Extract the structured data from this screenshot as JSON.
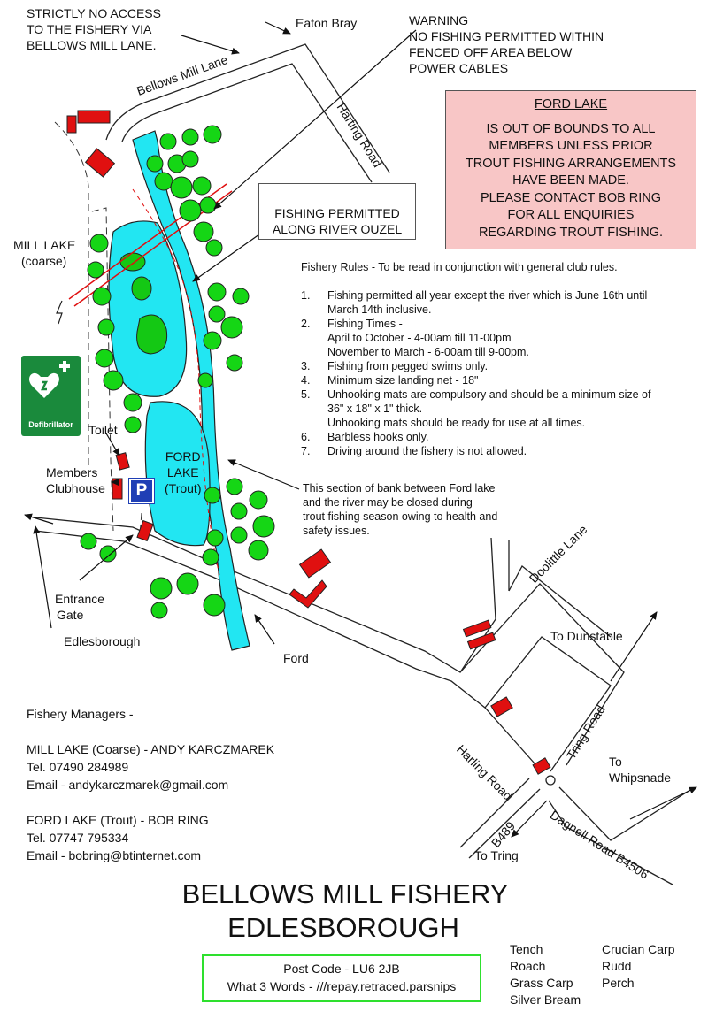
{
  "notices": {
    "no_access": [
      "STRICTLY NO ACCESS",
      "TO THE FISHERY VIA",
      "BELLOWS MILL LANE."
    ],
    "warning": [
      "WARNING",
      "NO FISHING PERMITTED WITHIN",
      "FENCED OFF AREA BELOW",
      "POWER CABLES"
    ],
    "ford_lake_box": {
      "heading": "FORD LAKE",
      "lines": [
        "IS OUT OF BOUNDS TO ALL",
        "MEMBERS UNLESS PRIOR",
        "TROUT FISHING ARRANGEMENTS",
        "HAVE BEEN MADE.",
        "PLEASE CONTACT BOB RING",
        "FOR ALL ENQUIRIES",
        "REGARDING TROUT FISHING."
      ]
    },
    "fishing_permitted": [
      "FISHING PERMITTED",
      "ALONG RIVER OUZEL"
    ],
    "bank_closure": [
      "This section of bank between Ford lake",
      "and the river may be closed during",
      "trout fishing season owing to health and",
      "safety issues."
    ]
  },
  "map_labels": {
    "eaton_bray": "Eaton Bray",
    "bellows_mill_lane": "Bellows   Mill   Lane",
    "harting_road": "Harting Road",
    "mill_lake": [
      "MILL LAKE",
      "(coarse)"
    ],
    "ford_lake": [
      "FORD",
      "LAKE",
      "(Trout)"
    ],
    "toilet": "Toilet",
    "clubhouse": [
      "Members",
      "Clubhouse"
    ],
    "parking": "P",
    "defibrillator": "Defibrillator",
    "entrance_gate": [
      "Entrance",
      "Gate"
    ],
    "edlesborough": "Edlesborough",
    "ford": "Ford",
    "doolittle_lane": "Doolittle Lane",
    "to_dunstable": "To Dunstable",
    "tring_road": "Tring  Road",
    "harling_road": "Harling  Road",
    "to_whipsnade": [
      "To",
      "Whipsnade"
    ],
    "b489": "B489",
    "dagnall_road": "Dagnell  Road  B4506",
    "to_tring": "To Tring"
  },
  "rules": {
    "heading": "Fishery Rules - To be read in conjunction with general club rules.",
    "items": [
      {
        "num": "1.",
        "text": "Fishing permitted all year except the river which is June 16th until\nMarch 14th inclusive."
      },
      {
        "num": "2.",
        "text": "Fishing Times -\n April to October - 4-00am till 11-00pm\n November to March - 6-00am till 9-00pm."
      },
      {
        "num": "3.",
        "text": "Fishing from pegged swims only."
      },
      {
        "num": "4.",
        "text": "Minimum size landing net - 18\""
      },
      {
        "num": "5.",
        "text": "Unhooking mats are compulsory and should be a minimum size of\n36\" x 18\" x 1\" thick.\nUnhooking mats should be ready for use at all times."
      },
      {
        "num": "6.",
        "text": "Barbless hooks only."
      },
      {
        "num": "7.",
        "text": "Driving around the fishery is not allowed."
      }
    ]
  },
  "managers": {
    "heading": "Fishery Managers -",
    "mill": [
      "MILL LAKE (Coarse) - ANDY KARCZMAREK",
      "Tel. 07490 284989",
      "Email - andykarczmarek@gmail.com"
    ],
    "ford": [
      "FORD LAKE (Trout) - BOB RING",
      "Tel. 07747 795334",
      "Email -  bobring@btinternet.com"
    ]
  },
  "title": [
    "BELLOWS MILL FISHERY",
    "EDLESBOROUGH"
  ],
  "postcode": [
    "Post Code - LU6 2JB",
    "What 3 Words - ///repay.retraced.parsnips"
  ],
  "fish_species": {
    "col1": [
      "Tench",
      "Roach",
      "Grass Carp",
      "Silver Bream"
    ],
    "col2": [
      "Crucian Carp",
      "Rudd",
      "Perch"
    ]
  },
  "colors": {
    "water": "#22e6f2",
    "island": "#14c814",
    "tree": "#15d615",
    "building": "#e01010",
    "warning_box": "#f8c6c6",
    "power_cable": "#e01010",
    "defib_green": "#1a8a3c",
    "parking_blue": "#1f3fb5",
    "postcode_border": "#2ee02e"
  }
}
